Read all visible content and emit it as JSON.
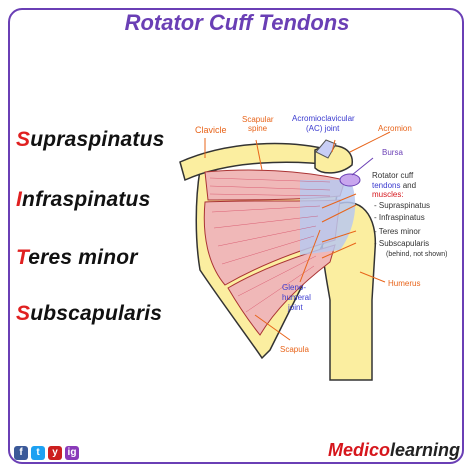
{
  "title": "Rotator Cuff Tendons",
  "muscles": [
    {
      "initial": "S",
      "rest": "upraspinatus"
    },
    {
      "initial": "I",
      "rest": "nfraspinatus"
    },
    {
      "initial": "T",
      "rest": "eres minor"
    },
    {
      "initial": "S",
      "rest": "ubscapularis"
    }
  ],
  "labels": {
    "clavicle": "Clavicle",
    "scapular_spine_1": "Scapular",
    "scapular_spine_2": "spine",
    "ac_joint_1": "Acromioclavicular",
    "ac_joint_2": "(AC) joint",
    "acromion": "Acromion",
    "bursa": "Bursa",
    "rc_1": "Rotator cuff",
    "rc_2a": "tendons",
    "rc_2b": " and",
    "rc_3": "muscles:",
    "list_1": "- Supraspinatus",
    "list_2": "- Infraspinatus",
    "list_3": "- Teres minor",
    "list_4": "- Subscapularis",
    "list_4_note": "(behind, not shown)",
    "humerus": "Humerus",
    "gleno_1": "Gleno-",
    "gleno_2": "humeral",
    "gleno_3": "joint",
    "scapula": "Scapula"
  },
  "social_icons": [
    "f",
    "t",
    "y",
    "ig"
  ],
  "brand": {
    "part1": "Medico",
    "part2": "learning"
  },
  "colors": {
    "accent": "#6a3fb5",
    "initial": "#e02020",
    "label": "#e8641a",
    "bone": "#fbeea0",
    "muscle": "#f0b8b8",
    "tendon": "#b8c8ee"
  }
}
